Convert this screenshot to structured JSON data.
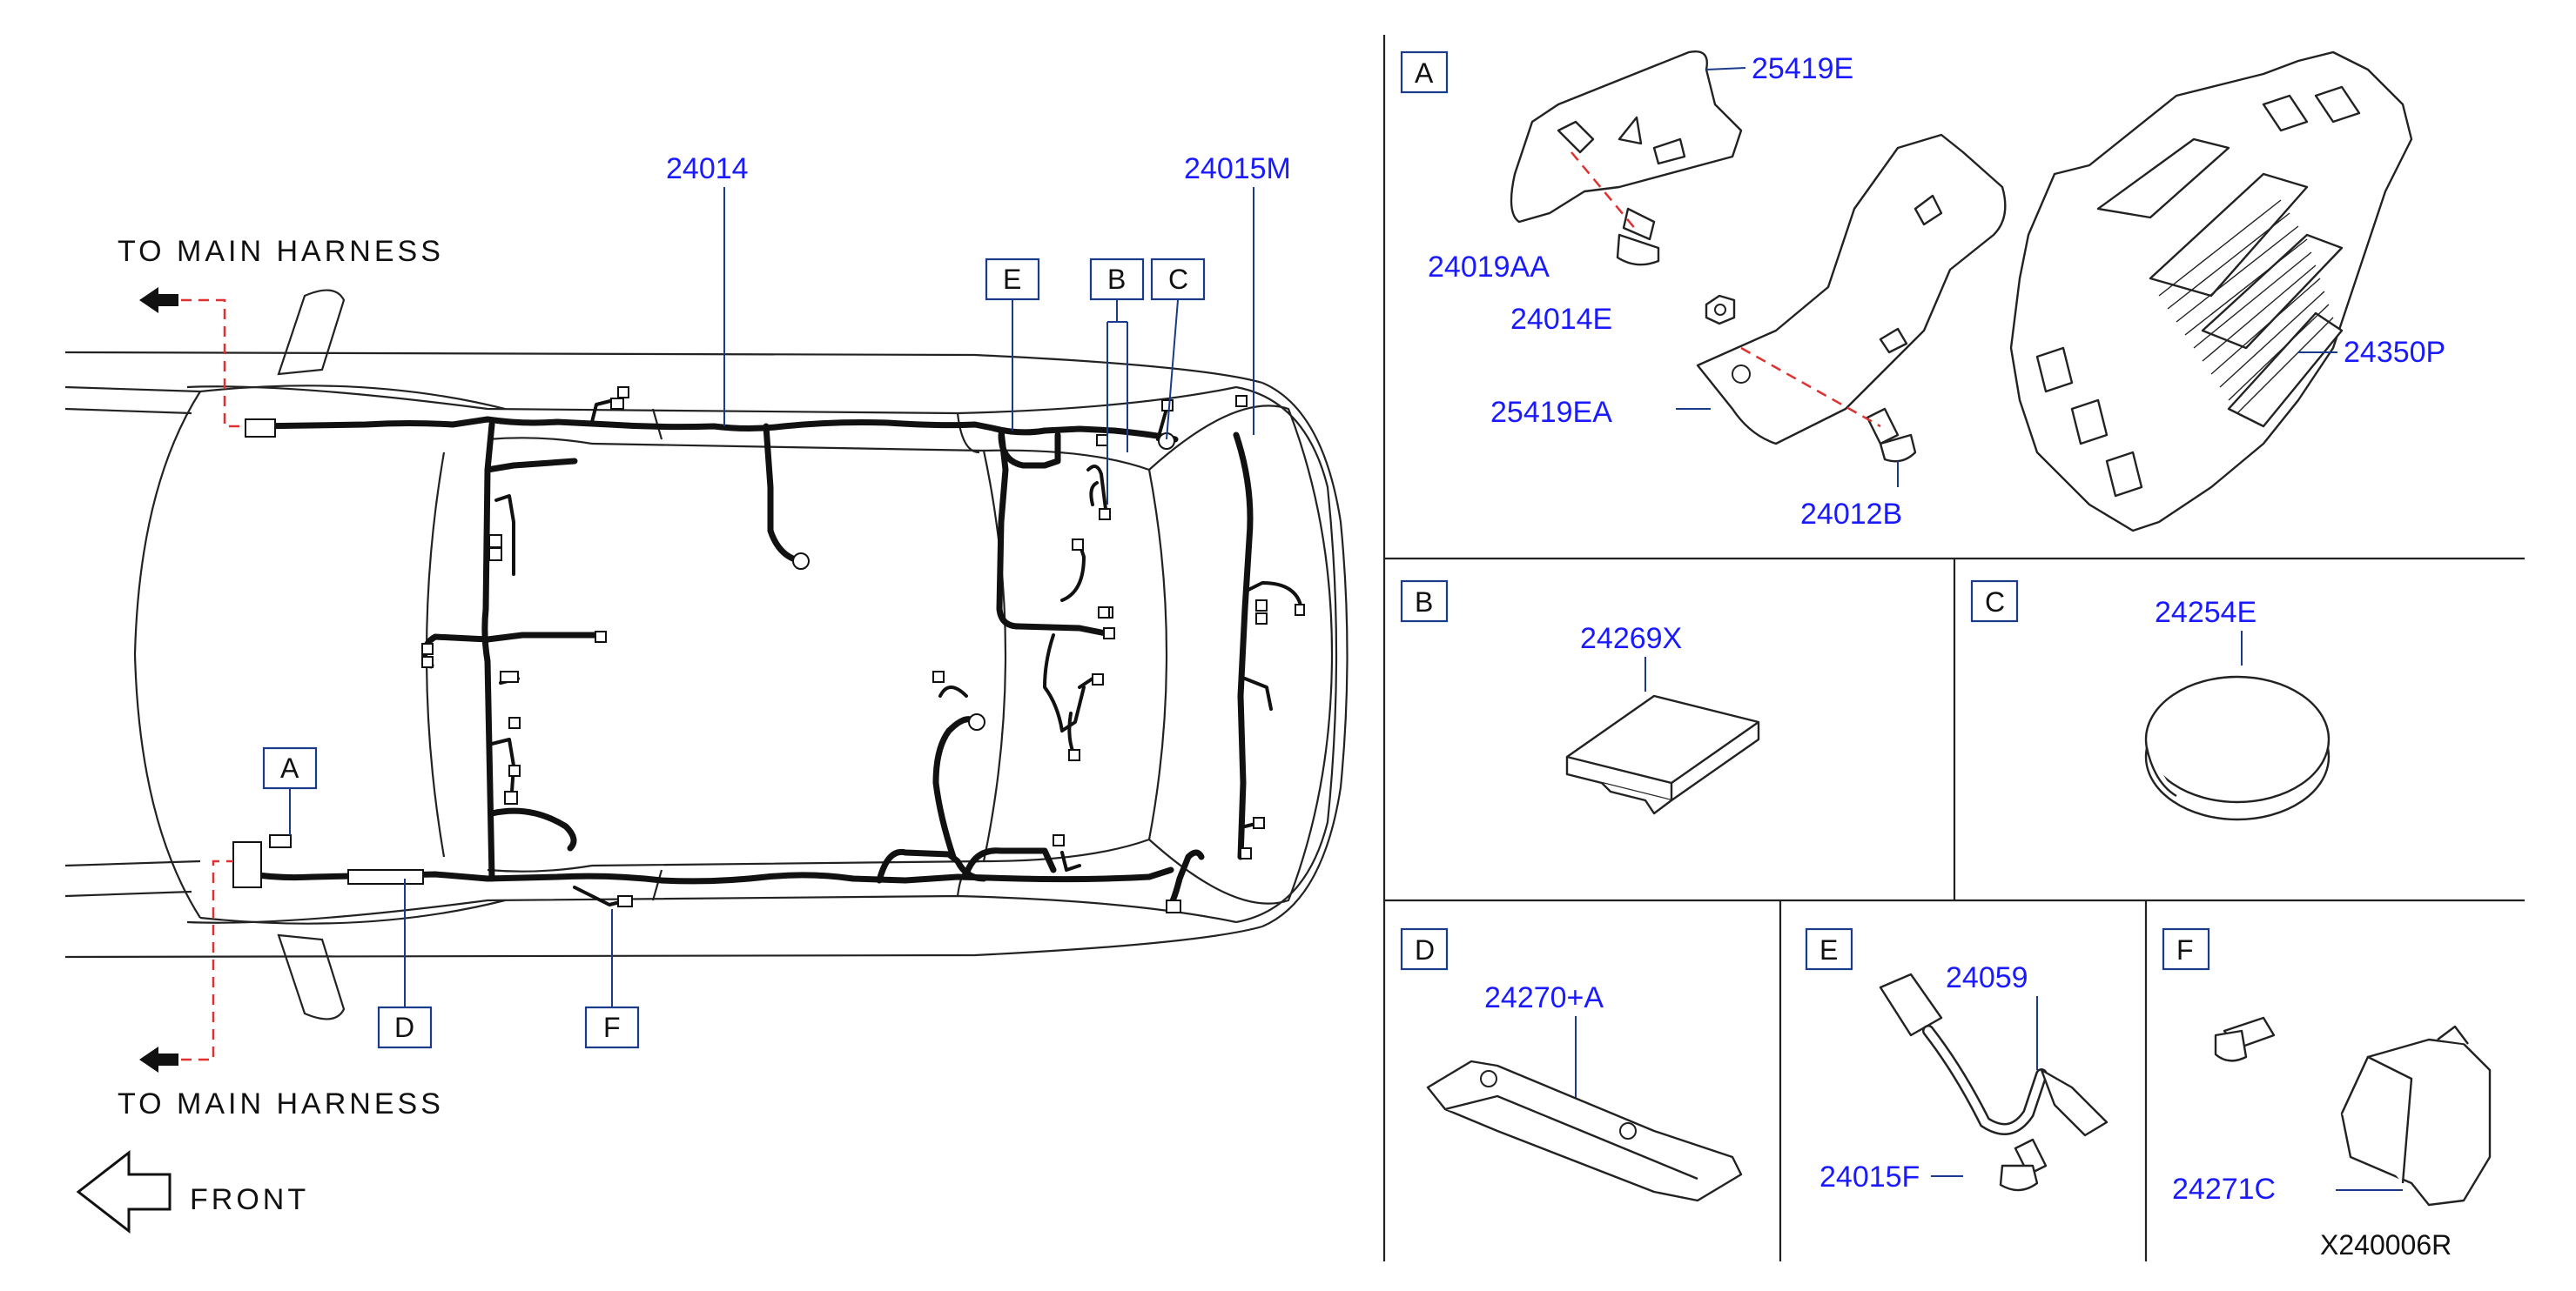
{
  "diagram": {
    "main_labels": {
      "harness_main": "24014",
      "harness_rear": "24015M",
      "to_main_top": "TO  MAIN  HARNESS",
      "to_main_bottom": "TO  MAIN  HARNESS",
      "front": "FRONT"
    },
    "callouts": [
      "A",
      "B",
      "C",
      "D",
      "E",
      "F"
    ],
    "panels": {
      "A": {
        "letter": "A",
        "parts": [
          "25419E",
          "24019AA",
          "24014E",
          "25419EA",
          "24012B",
          "24350P"
        ]
      },
      "B": {
        "letter": "B",
        "parts": [
          "24269X"
        ]
      },
      "C": {
        "letter": "C",
        "parts": [
          "24254E"
        ]
      },
      "D": {
        "letter": "D",
        "parts": [
          "24270+A"
        ]
      },
      "E": {
        "letter": "E",
        "parts": [
          "24059",
          "24015F"
        ]
      },
      "F": {
        "letter": "F",
        "parts": [
          "24271C"
        ]
      }
    },
    "drawing_code": "X240006R",
    "colors": {
      "label": "#1a1aff",
      "leader": "#1a3a8a",
      "dashed_link": "#e03030",
      "line": "#111111"
    }
  }
}
